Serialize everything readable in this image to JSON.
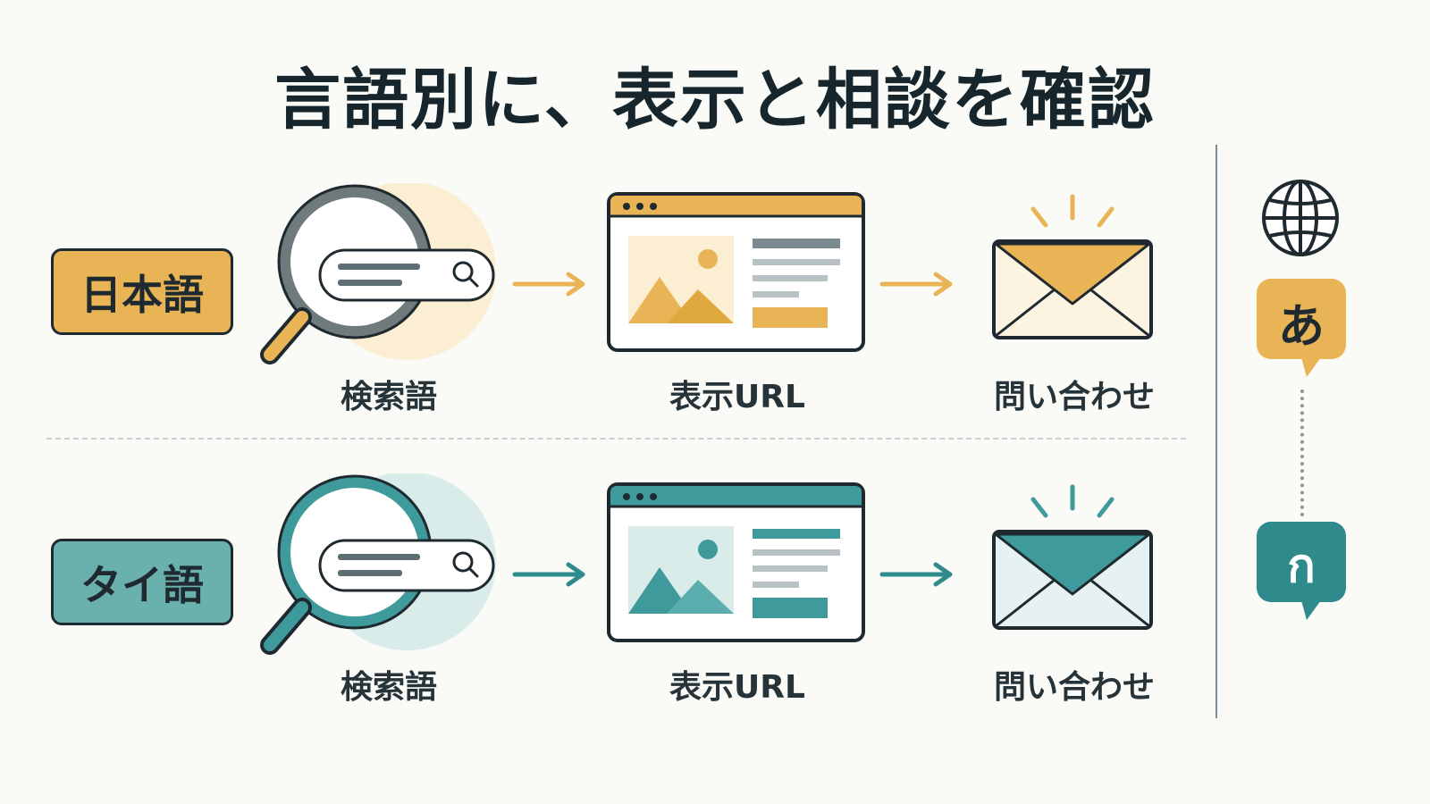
{
  "title": "言語別に、表示と相談を確認",
  "colors": {
    "japanese_accent": "#e8b455",
    "japanese_tint": "#fbeed2",
    "thai_accent": "#3f9a9c",
    "thai_tint": "#d9ecea",
    "outline": "#1f2a30"
  },
  "rows": [
    {
      "language_label": "日本語",
      "steps": [
        {
          "icon": "search-icon",
          "label": "検索語"
        },
        {
          "icon": "browser-page-icon",
          "label": "表示URL"
        },
        {
          "icon": "envelope-icon",
          "label": "問い合わせ"
        }
      ]
    },
    {
      "language_label": "タイ語",
      "steps": [
        {
          "icon": "search-icon",
          "label": "検索語"
        },
        {
          "icon": "browser-page-icon",
          "label": "表示URL"
        },
        {
          "icon": "envelope-icon",
          "label": "問い合わせ"
        }
      ]
    }
  ],
  "side_panel": {
    "icon": "globe-icon",
    "japanese_char": "あ",
    "thai_char": "ก"
  }
}
